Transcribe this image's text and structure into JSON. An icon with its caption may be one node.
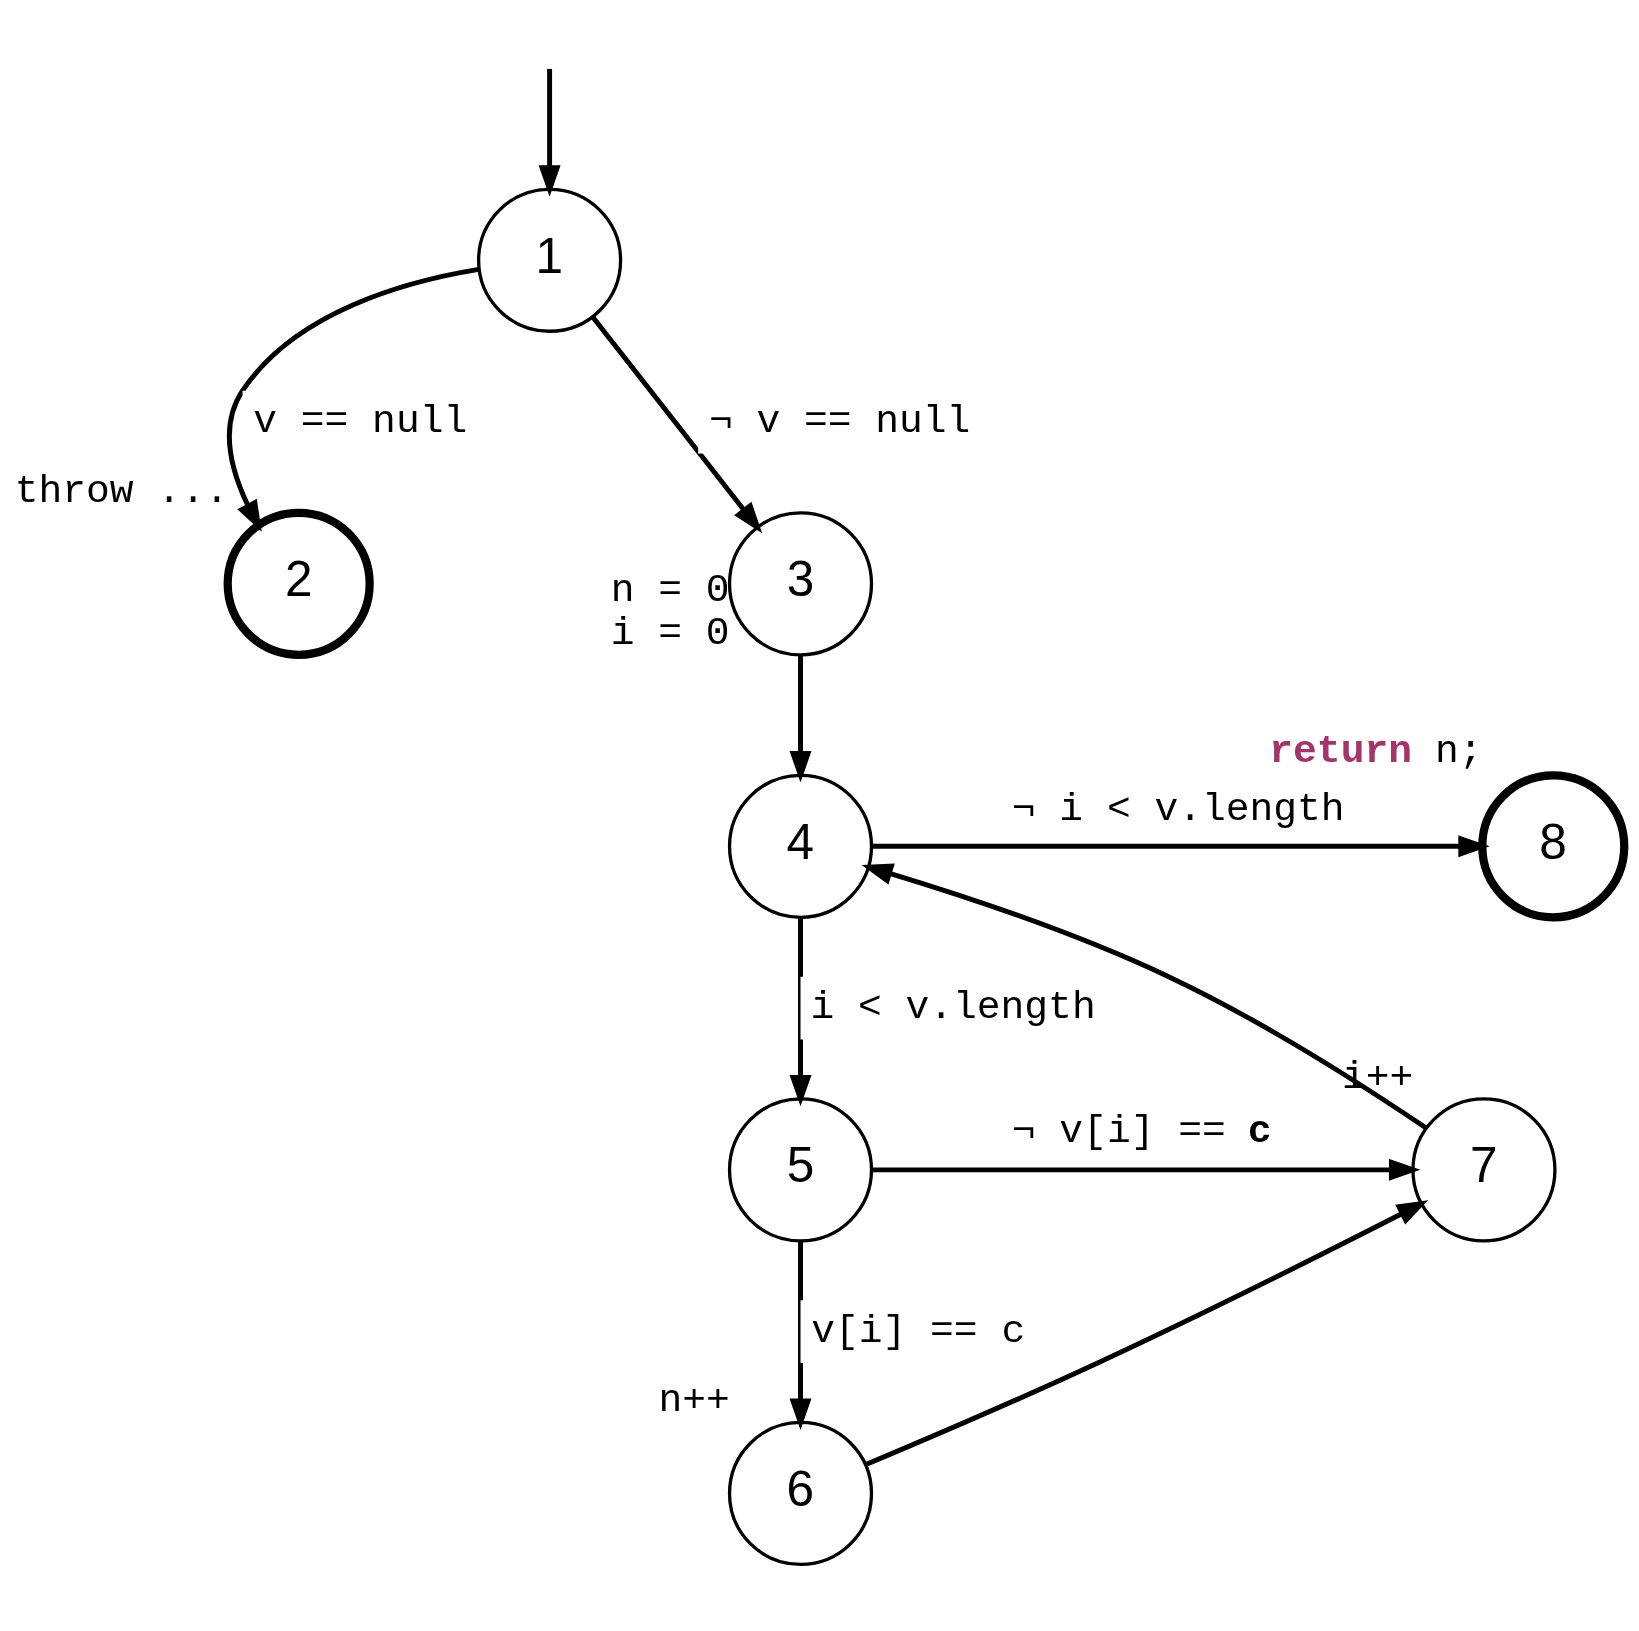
{
  "diagram": {
    "nodes": [
      {
        "text": [
          "1"
        ]
      },
      {
        "text": [
          "2"
        ],
        "beside": [
          "throw ..."
        ]
      },
      {
        "text": [
          "3"
        ],
        "beside": [
          "n = 0",
          "i = 0"
        ]
      },
      {
        "text": [
          "8"
        ],
        "beside": [
          "**return** n;"
        ]
      },
      {
        "text": [
          "4"
        ]
      },
      {
        "text": [
          "7"
        ],
        "beside": [
          "i++"
        ]
      },
      {
        "text": [
          "5"
        ]
      },
      {
        "text": [
          "6"
        ],
        "beside": [
          "n++"
        ]
      }
    ],
    "edges": [
      {
        "from": null,
        "to": 0,
        "arrow": "to"
      },
      {
        "from": 0,
        "to": 1,
        "arrow": "to",
        "label": "v == null"
      },
      {
        "from": 0,
        "to": 2,
        "arrow": "to",
        "label": "¬ v == null"
      },
      {
        "from": 2,
        "to": 4,
        "arrow": "to"
      },
      {
        "from": 4,
        "to": 3,
        "arrow": "to",
        "label": "¬ i < v.length"
      },
      {
        "from": 4,
        "to": 6,
        "arrow": "to",
        "label": "i < v.length"
      },
      {
        "from": 6,
        "to": 5,
        "arrow": "to",
        "label": "¬ v[i] == **c**"
      },
      {
        "from": 6,
        "to": 7,
        "arrow": "to",
        "label": "v[i] == c"
      },
      {
        "from": 7,
        "to": 5,
        "arrow": "to"
      },
      {
        "from": 5,
        "to": 4,
        "arrow": "to"
      }
    ]
  }
}
